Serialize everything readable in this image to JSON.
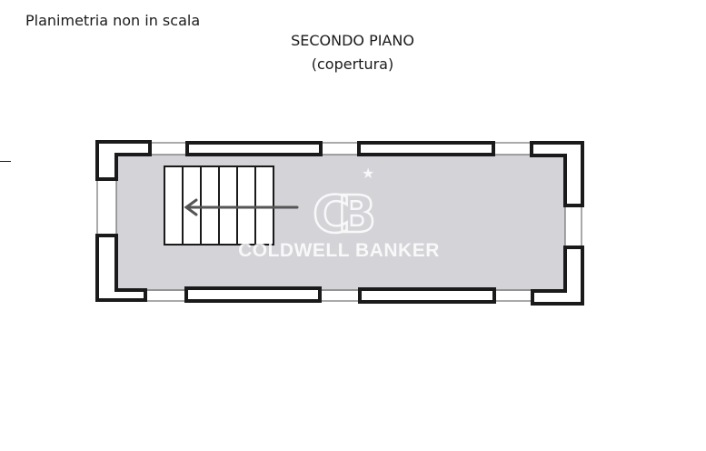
{
  "plan": {
    "note": "Planimetria non in scala",
    "title": "SECONDO PIANO",
    "subtitle": "(copertura)",
    "watermark_text": "COLDWELL BANKER",
    "watermark_monogram": "CB"
  },
  "colors": {
    "floor": "#d3d3d8",
    "wall": "#1a1a1a",
    "window_line": "#555555",
    "watermark": "#ffffff"
  }
}
